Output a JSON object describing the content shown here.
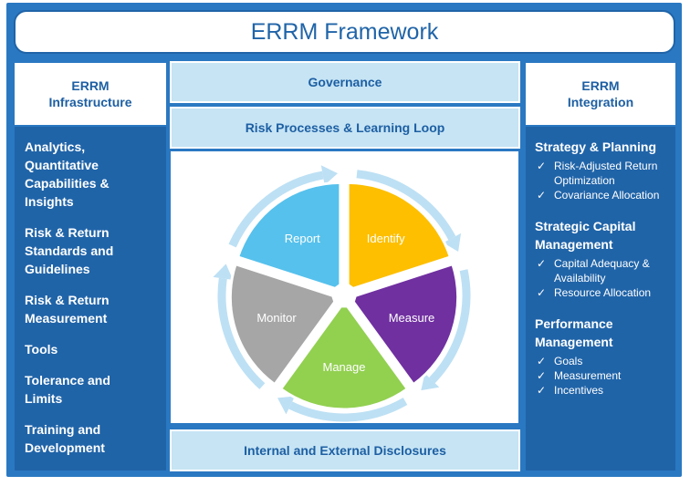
{
  "title": "ERRM Framework",
  "left_column": {
    "heading": "ERRM\nInfrastructure",
    "items": [
      "Analytics,\nQuantitative\nCapabilities &\nInsights",
      "Risk & Return\nStandards and\nGuidelines",
      "Risk & Return\nMeasurement",
      "Tools",
      "Tolerance and\nLimits",
      "Training and\nDevelopment"
    ]
  },
  "center": {
    "governance": "Governance",
    "risk_processes": "Risk Processes & Learning Loop",
    "disclosures": "Internal and External Disclosures",
    "cycle": {
      "segments": [
        {
          "label": "Identify",
          "color": "#fdbf00"
        },
        {
          "label": "Measure",
          "color": "#7030a0"
        },
        {
          "label": "Manage",
          "color": "#92d050"
        },
        {
          "label": "Monitor",
          "color": "#a6a6a6"
        },
        {
          "label": "Report",
          "color": "#56c1ec"
        }
      ],
      "arrow_color": "#bde0f4"
    }
  },
  "right_column": {
    "heading": "ERRM\nIntegration",
    "sections": [
      {
        "title": "Strategy & Planning",
        "items": [
          "Risk-Adjusted Return\nOptimization",
          "Covariance Allocation"
        ]
      },
      {
        "title": "Strategic Capital\nManagement",
        "items": [
          "Capital Adequacy &\nAvailability",
          "Resource Allocation"
        ]
      },
      {
        "title": "Performance\nManagement",
        "items": [
          "Goals",
          "Measurement",
          "Incentives"
        ]
      }
    ]
  },
  "check_glyph": "✓",
  "colors": {
    "frame_blue": "#2a78c2",
    "panel_blue": "#2064a8",
    "bar_light_blue": "#c6e4f4",
    "heading_text": "#1d5fa3"
  }
}
